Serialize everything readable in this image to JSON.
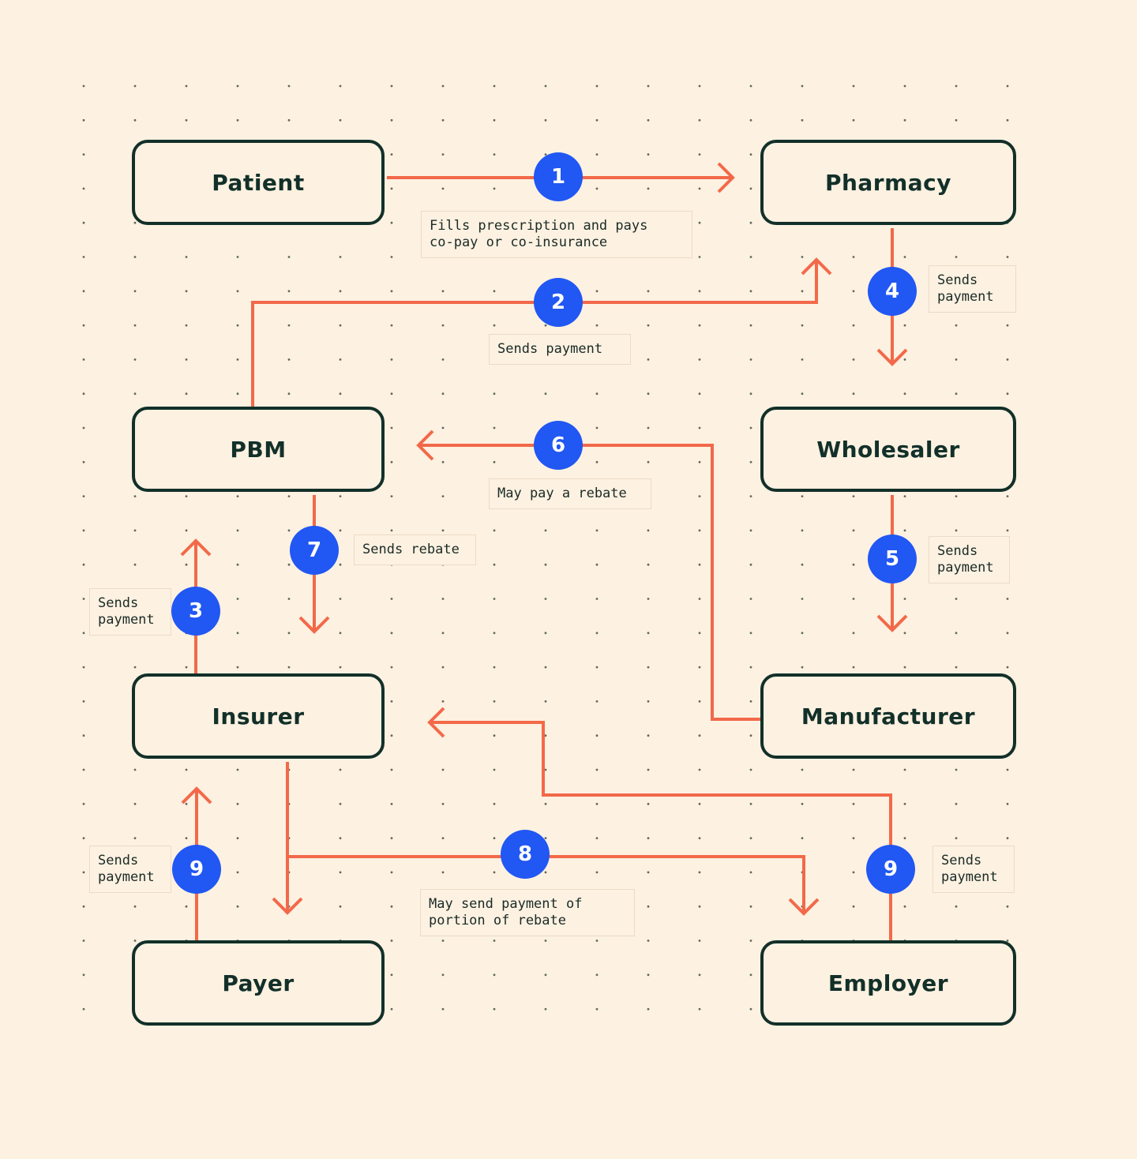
{
  "colors": {
    "background": "#fdf1e1",
    "node_border": "#123029",
    "arrow": "#f2694a",
    "badge": "#2157f3",
    "dot": "#2a3a36"
  },
  "nodes": {
    "patient": "Patient",
    "pharmacy": "Pharmacy",
    "pbm": "PBM",
    "wholesaler": "Wholesaler",
    "insurer": "Insurer",
    "manufacturer": "Manufacturer",
    "payer": "Payer",
    "employer": "Employer"
  },
  "steps": [
    {
      "number": "1",
      "from": "Patient",
      "to": "Pharmacy",
      "label": "Fills prescription and pays\nco-pay or co-insurance"
    },
    {
      "number": "2",
      "from": "PBM",
      "to": "Pharmacy",
      "label": "Sends payment"
    },
    {
      "number": "3",
      "from": "Insurer",
      "to": "PBM",
      "label": "Sends\npayment"
    },
    {
      "number": "4",
      "from": "Pharmacy",
      "to": "Wholesaler",
      "label": "Sends\npayment"
    },
    {
      "number": "5",
      "from": "Wholesaler",
      "to": "Manufacturer",
      "label": "Sends\npayment"
    },
    {
      "number": "6",
      "from": "Manufacturer",
      "to": "PBM",
      "label": "May pay a rebate"
    },
    {
      "number": "7",
      "from": "PBM",
      "to": "Insurer",
      "label": "Sends rebate"
    },
    {
      "number": "8",
      "from": "Insurer",
      "to": "Payer, Employer",
      "label": "May send payment of\nportion of rebate"
    },
    {
      "number": "9",
      "from": "Payer",
      "to": "Insurer",
      "label": "Sends\npayment"
    },
    {
      "number": "9",
      "from": "Employer",
      "to": "Insurer",
      "label": "Sends\npayment"
    }
  ]
}
